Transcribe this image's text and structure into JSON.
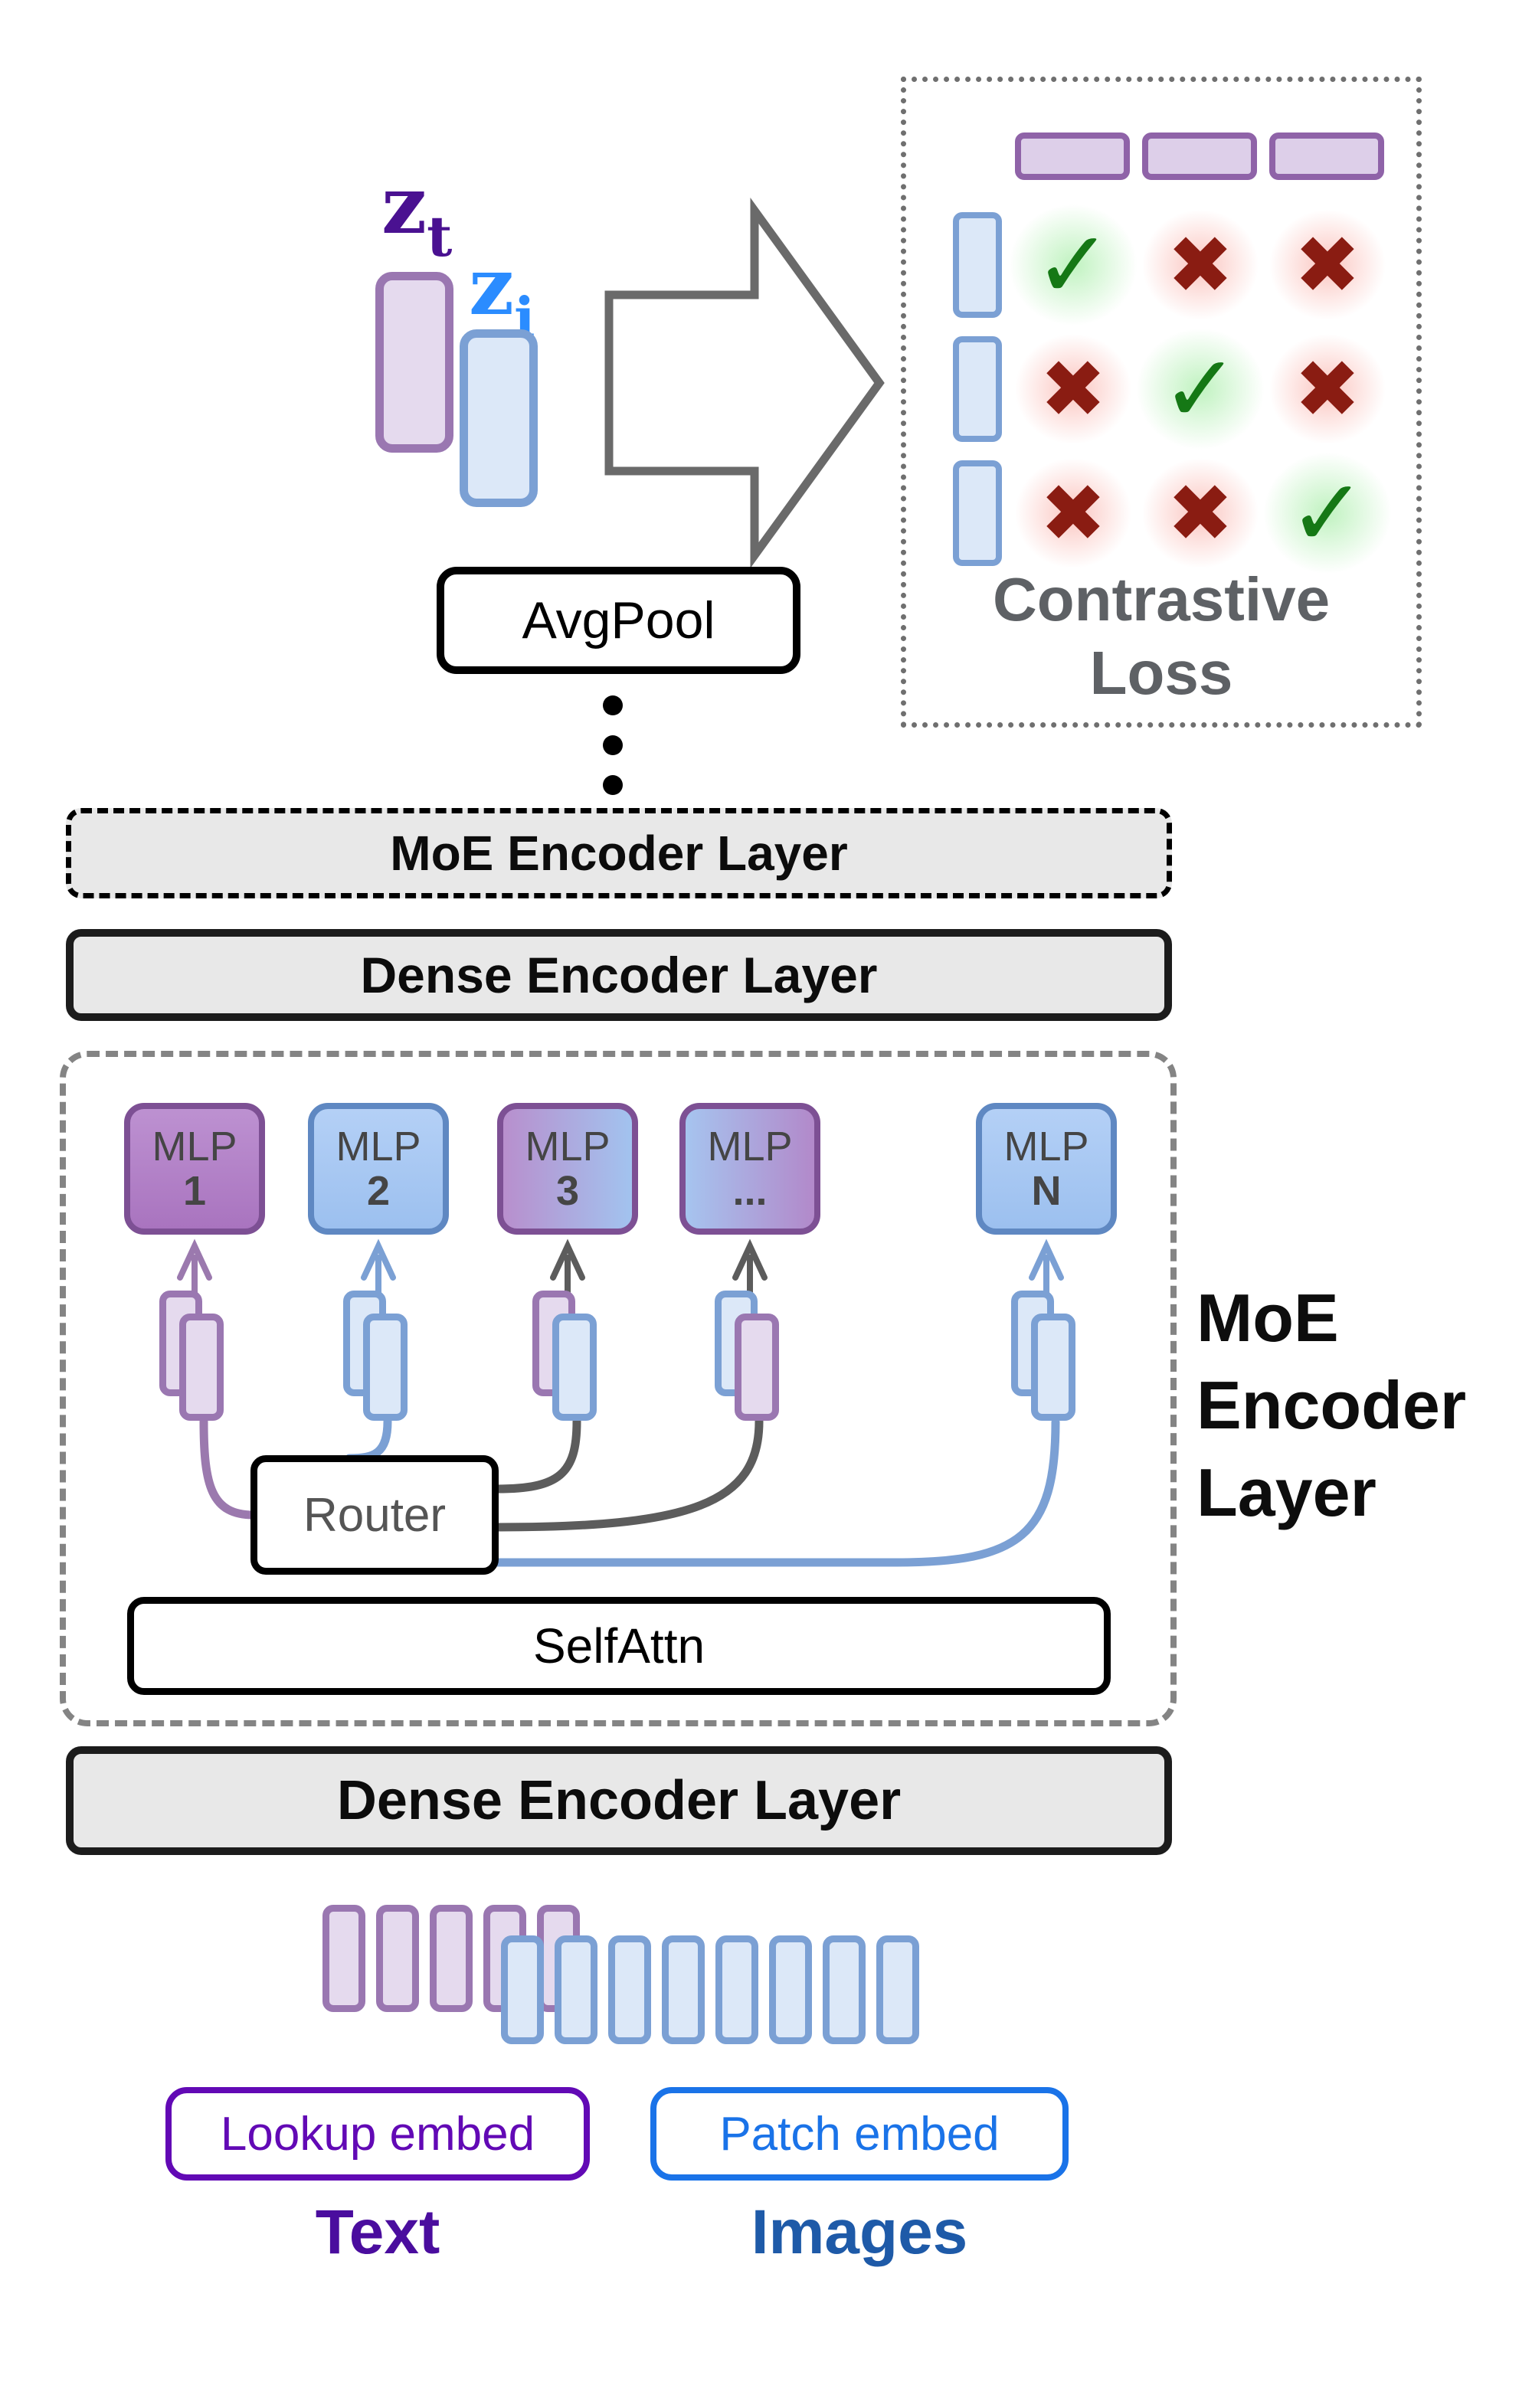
{
  "colors": {
    "text_purple": "#4a1191",
    "image_blue": "#2b8cff",
    "token_purple_fill": "#e5daee",
    "token_purple_border": "#9a77b1",
    "token_blue_fill": "#dce8f8",
    "token_blue_border": "#7ba0d4",
    "check_green": "#157815",
    "cross_red": "#8a1c12"
  },
  "top": {
    "zt_main": "z",
    "zt_sub": "t",
    "zi_main": "z",
    "zi_sub": "i",
    "avgpool_label": "AvgPool"
  },
  "contrastive": {
    "title_line1": "Contrastive",
    "title_line2": "Loss",
    "marks": [
      [
        "✓",
        "✖",
        "✖"
      ],
      [
        "✖",
        "✓",
        "✖"
      ],
      [
        "✖",
        "✖",
        "✓"
      ]
    ]
  },
  "layers": {
    "moe_encoder_bar": "MoE Encoder Layer",
    "dense_encoder_top": "Dense Encoder Layer",
    "selfattn": "SelfAttn",
    "router": "Router",
    "dense_encoder_bottom": "Dense Encoder Layer"
  },
  "moe_side_label": {
    "line1": "MoE",
    "line2": "Encoder",
    "line3": "Layer"
  },
  "experts": [
    {
      "line1": "MLP",
      "line2": "1"
    },
    {
      "line1": "MLP",
      "line2": "2"
    },
    {
      "line1": "MLP",
      "line2": "3"
    },
    {
      "line1": "MLP",
      "line2": "..."
    },
    {
      "line1": "MLP",
      "line2": "N"
    }
  ],
  "embeds": {
    "lookup_label": "Lookup embed",
    "patch_label": "Patch embed",
    "text_caption": "Text",
    "images_caption": "Images"
  }
}
